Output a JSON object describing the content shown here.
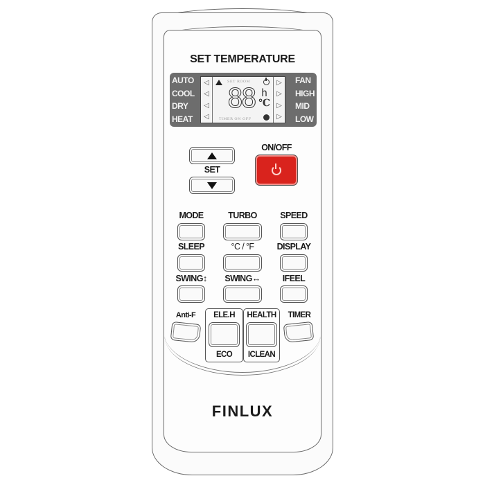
{
  "remote": {
    "title": "SET TEMPERATURE",
    "brand": "FINLUX",
    "lcd": {
      "modes_left": [
        "AUTO",
        "COOL",
        "DRY",
        "HEAT"
      ],
      "modes_right": [
        "FAN",
        "HIGH",
        "MID",
        "LOW"
      ],
      "top_small_text": "SET  ROOM",
      "bottom_small_text": "TIMER ON OFF",
      "digits": "88",
      "hour_unit": "h",
      "temp_unit": "℃",
      "arrow_left": "◁",
      "arrow_right": "▷",
      "icons": [
        "fan-icon",
        "power-icon",
        "clock-icon"
      ]
    },
    "set_control": {
      "label": "SET",
      "up_icon": "triangle-up-icon",
      "down_icon": "triangle-down-icon"
    },
    "power": {
      "label": "ON/OFF",
      "color": "#d9231d",
      "icon": "power-icon"
    },
    "buttons": {
      "mode": "MODE",
      "turbo": "TURBO",
      "speed": "SPEED",
      "sleep": "SLEEP",
      "unit": "°C / °F",
      "display": "DISPLAY",
      "swing_v": "SWING↕",
      "swing_h": "SWING↔",
      "ifeel": "IFEEL",
      "anti_f": "Anti-F",
      "eleh": "ELE.H",
      "eco": "ECO",
      "health": "HEALTH",
      "iclean": "ICLEAN",
      "timer": "TIMER"
    },
    "colors": {
      "lcd_panel": "#6d6d6d",
      "power_button": "#d9231d"
    }
  }
}
